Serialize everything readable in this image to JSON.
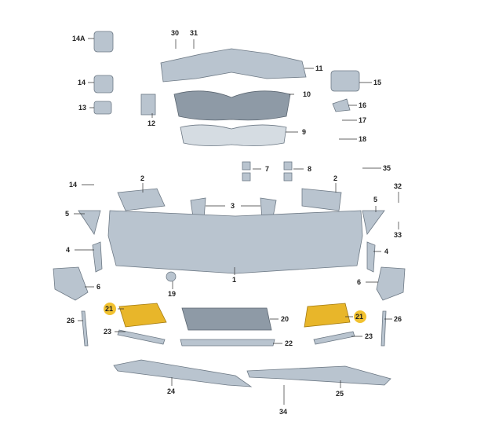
{
  "title": "Front bumper exploded parts diagram",
  "labels": [
    "14A",
    "30",
    "31",
    "11",
    "14",
    "15",
    "10",
    "16",
    "13",
    "12",
    "17",
    "9",
    "18",
    "7",
    "8",
    "35",
    "14",
    "2",
    "2",
    "32",
    "3",
    "5",
    "5",
    "33",
    "4",
    "4",
    "1",
    "6",
    "6",
    "19",
    "21",
    "21",
    "20",
    "26",
    "26",
    "23",
    "23",
    "22",
    "24",
    "25",
    "34"
  ],
  "colors": {
    "part": "#b9c4cf",
    "highlight": "#e8b62a"
  }
}
